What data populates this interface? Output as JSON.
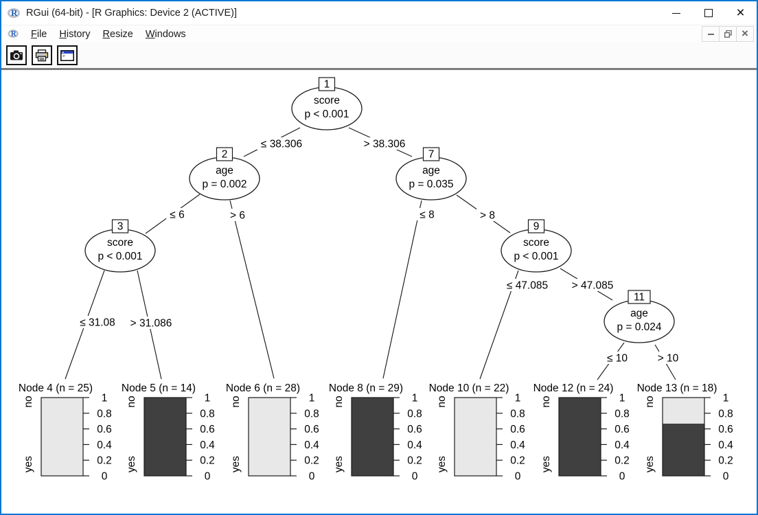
{
  "window": {
    "title": "RGui (64-bit) - [R Graphics: Device 2 (ACTIVE)]",
    "controls": [
      "minimize",
      "maximize",
      "close"
    ]
  },
  "menubar": {
    "items": [
      {
        "label": "File"
      },
      {
        "label": "History"
      },
      {
        "label": "Resize"
      },
      {
        "label": "Windows"
      }
    ],
    "mdi_controls": [
      "minimize",
      "restore",
      "close"
    ]
  },
  "toolbar": {
    "buttons": [
      "camera",
      "printer",
      "console-window"
    ]
  },
  "chart_data": {
    "type": "decision-tree",
    "inner_nodes": [
      {
        "id": "1",
        "var": "score",
        "p": "p < 0.001",
        "left": "≤ 38.306",
        "right": "> 38.306"
      },
      {
        "id": "2",
        "var": "age",
        "p": "p = 0.002",
        "left": "≤ 6",
        "right": "> 6"
      },
      {
        "id": "3",
        "var": "score",
        "p": "p < 0.001",
        "left": "≤ 31.08",
        "right": "> 31.086"
      },
      {
        "id": "7",
        "var": "age",
        "p": "p = 0.035",
        "left": "≤ 8",
        "right": "> 8"
      },
      {
        "id": "9",
        "var": "score",
        "p": "p < 0.001",
        "left": "≤ 47.085",
        "right": "> 47.085"
      },
      {
        "id": "11",
        "var": "age",
        "p": "p = 0.024",
        "left": "≤ 10",
        "right": "> 10"
      }
    ],
    "terminal_nodes": [
      {
        "id": "4",
        "title": "Node 4 (n = 25)",
        "n": 25,
        "dark_fraction": 0
      },
      {
        "id": "5",
        "title": "Node 5 (n = 14)",
        "n": 14,
        "dark_fraction": 1
      },
      {
        "id": "6",
        "title": "Node 6 (n = 28)",
        "n": 28,
        "dark_fraction": 0
      },
      {
        "id": "8",
        "title": "Node 8 (n = 29)",
        "n": 29,
        "dark_fraction": 1
      },
      {
        "id": "10",
        "title": "Node 10 (n = 22)",
        "n": 22,
        "dark_fraction": 0
      },
      {
        "id": "12",
        "title": "Node 12 (n = 24)",
        "n": 24,
        "dark_fraction": 1
      },
      {
        "id": "13",
        "title": "Node 13 (n = 18)",
        "n": 18,
        "dark_fraction": 0.667
      }
    ],
    "axis": {
      "ticks": [
        "0",
        "0.2",
        "0.4",
        "0.6",
        "0.8",
        "1"
      ],
      "tick_values": [
        0,
        0.2,
        0.4,
        0.6,
        0.8,
        1
      ],
      "categories_top_to_bottom": [
        "no",
        "yes"
      ]
    },
    "colors": {
      "light_bar": "#e8e8e8",
      "dark_bar": "#404040",
      "line": "#1a1a1a"
    }
  }
}
